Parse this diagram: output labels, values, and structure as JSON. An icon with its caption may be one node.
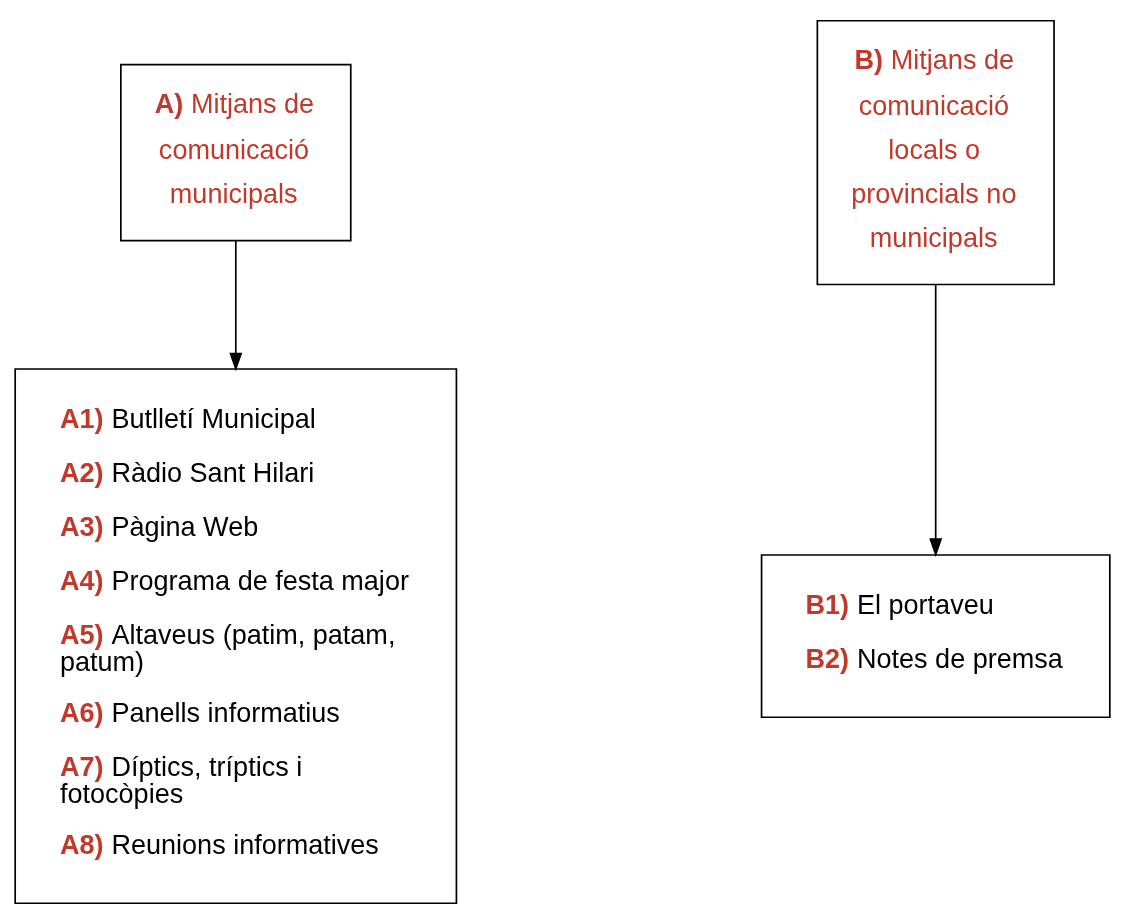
{
  "diagram": {
    "nodes": [
      {
        "text": [
          "**A)** Mitjans de comunicació municipals"
        ]
      },
      {
        "text": [
          "**A1)** Butlletí Municipal",
          "**A2)** Ràdio Sant Hilari",
          "**A3)** Pàgina Web",
          "**A4)** Programa de festa major",
          "**A5)** Altaveus (patim, patam, patum)",
          "**A6)** Panells informatius",
          "**A7)** Díptics, tríptics i fotocòpies",
          "**A8)** Reunions informatives"
        ]
      },
      {
        "text": [
          "**B)** Mitjans de comunicació locals o provincials no municipals"
        ]
      },
      {
        "text": [
          "**B1)** El portaveu",
          "**B2)** Notes de premsa"
        ]
      }
    ],
    "edges": [
      {
        "from": 0,
        "to": 1,
        "arrow": "to"
      },
      {
        "from": 2,
        "to": 3,
        "arrow": "to"
      }
    ]
  }
}
